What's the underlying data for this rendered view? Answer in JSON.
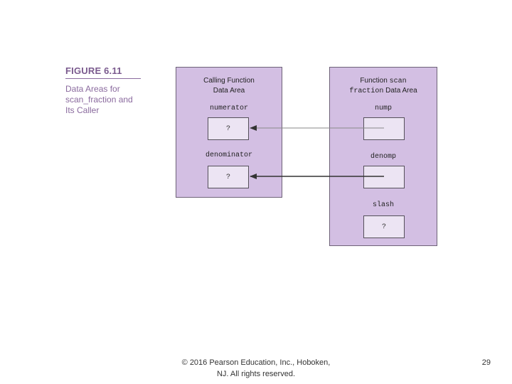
{
  "figure": {
    "label": "FIGURE 6.11",
    "caption_lines": [
      "Data Areas for",
      "scan_fraction and",
      "Its Caller"
    ]
  },
  "caller": {
    "title_line1": "Calling Function",
    "title_line2": "Data Area",
    "vars": [
      {
        "name": "numerator",
        "value": "?"
      },
      {
        "name": "denominator",
        "value": "?"
      }
    ]
  },
  "callee": {
    "title_line1_a": "Function ",
    "title_line1_b": "scan",
    "title_line2_a": "fraction",
    "title_line2_b": " Data Area",
    "vars": [
      {
        "name": "nump",
        "value": ""
      },
      {
        "name": "denomp",
        "value": ""
      },
      {
        "name": "slash",
        "value": "?"
      }
    ]
  },
  "footer": {
    "line1": "© 2016 Pearson Education, Inc., Hoboken,",
    "line2": "NJ.  All rights reserved.",
    "page_number": "29"
  },
  "colors": {
    "panel_fill": "#d3bfe3",
    "cell_fill": "#ece4f3",
    "caption": "#8a6a9e"
  }
}
